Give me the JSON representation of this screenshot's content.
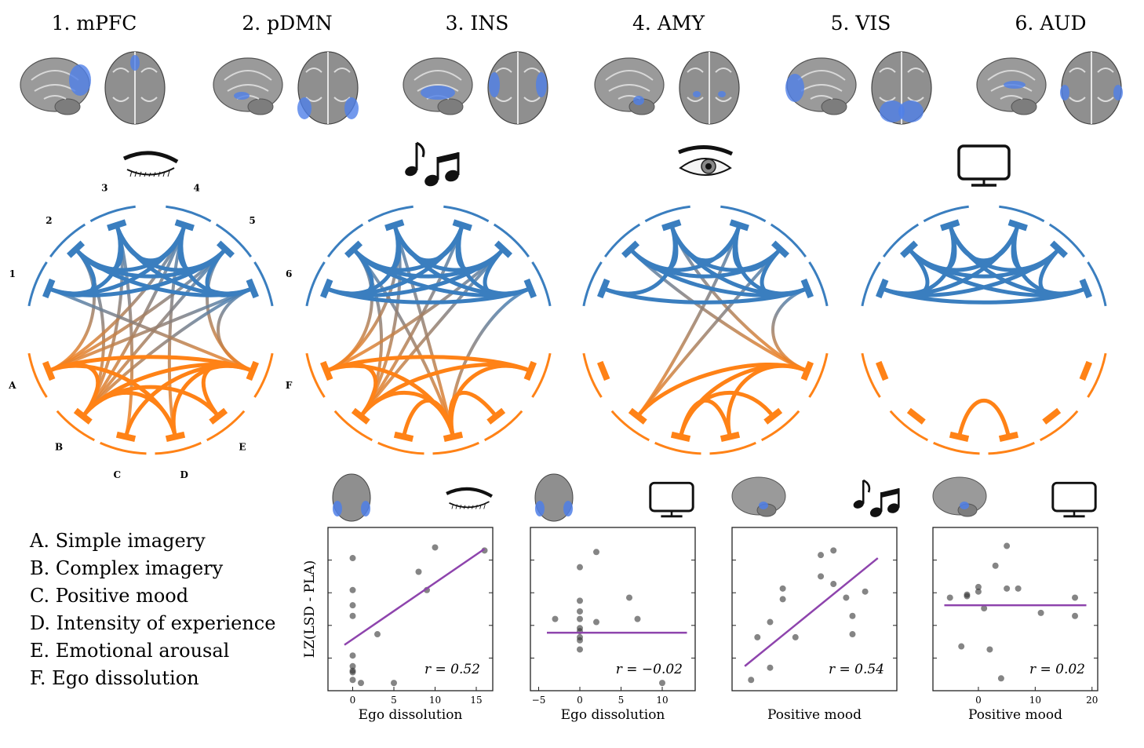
{
  "networks": [
    {
      "label": "1. mPFC"
    },
    {
      "label": "2. pDMN"
    },
    {
      "label": "3. INS"
    },
    {
      "label": "4. AMY"
    },
    {
      "label": "5. VIS"
    },
    {
      "label": "6. AUD"
    }
  ],
  "conditions": [
    "eyes-closed-icon",
    "music-icon",
    "eyes-open-icon",
    "monitor-icon"
  ],
  "network_nodes": [
    "1",
    "2",
    "3",
    "4",
    "5",
    "6"
  ],
  "experience_nodes": [
    "A",
    "B",
    "C",
    "D",
    "E",
    "F"
  ],
  "legend": [
    "A. Simple imagery",
    "B. Complex imagery",
    "C. Positive mood",
    "D. Intensity of experience",
    "E. Emotional arousal",
    "F. Ego dissolution"
  ],
  "colors": {
    "network": "#3a7ebf",
    "experience": "#ff8216",
    "fit_line": "#8e44ad",
    "brain_overlay": "#4f7fe8"
  },
  "circos": [
    {
      "condition": "eyes-closed-icon",
      "nn_edges": [
        [
          1,
          2
        ],
        [
          1,
          3
        ],
        [
          1,
          4
        ],
        [
          1,
          5
        ],
        [
          2,
          3
        ],
        [
          2,
          4
        ],
        [
          2,
          5
        ],
        [
          2,
          6
        ],
        [
          3,
          4
        ],
        [
          3,
          5
        ],
        [
          3,
          6
        ],
        [
          4,
          5
        ],
        [
          4,
          6
        ],
        [
          5,
          6
        ]
      ],
      "ee_edges": [
        [
          "A",
          "B"
        ],
        [
          "A",
          "F"
        ],
        [
          "A",
          "D"
        ],
        [
          "B",
          "F"
        ],
        [
          "B",
          "E"
        ],
        [
          "B",
          "D"
        ],
        [
          "C",
          "F"
        ],
        [
          "D",
          "F"
        ],
        [
          "E",
          "F"
        ]
      ],
      "ne_edges": [
        [
          2,
          "A"
        ],
        [
          2,
          "B"
        ],
        [
          3,
          "B"
        ],
        [
          3,
          "C"
        ],
        [
          4,
          "A"
        ],
        [
          4,
          "B"
        ],
        [
          4,
          "D"
        ],
        [
          5,
          "A"
        ],
        [
          5,
          "B"
        ],
        [
          5,
          "F"
        ],
        [
          6,
          "A"
        ],
        [
          6,
          "B"
        ],
        [
          6,
          "F"
        ],
        [
          1,
          "F"
        ]
      ]
    },
    {
      "condition": "music-icon",
      "nn_edges": [
        [
          1,
          2
        ],
        [
          1,
          3
        ],
        [
          1,
          4
        ],
        [
          1,
          5
        ],
        [
          1,
          6
        ],
        [
          2,
          3
        ],
        [
          2,
          4
        ],
        [
          2,
          5
        ],
        [
          2,
          6
        ],
        [
          3,
          4
        ],
        [
          3,
          5
        ],
        [
          3,
          6
        ],
        [
          4,
          5
        ],
        [
          4,
          6
        ],
        [
          5,
          6
        ]
      ],
      "ee_edges": [
        [
          "A",
          "B"
        ],
        [
          "A",
          "D"
        ],
        [
          "A",
          "F"
        ],
        [
          "B",
          "D"
        ],
        [
          "B",
          "F"
        ],
        [
          "C",
          "D"
        ],
        [
          "D",
          "E"
        ],
        [
          "D",
          "F"
        ]
      ],
      "ne_edges": [
        [
          2,
          "A"
        ],
        [
          2,
          "B"
        ],
        [
          2,
          "D"
        ],
        [
          3,
          "A"
        ],
        [
          3,
          "B"
        ],
        [
          3,
          "D"
        ],
        [
          4,
          "B"
        ],
        [
          5,
          "A"
        ],
        [
          5,
          "B"
        ],
        [
          6,
          "D"
        ]
      ]
    },
    {
      "condition": "eyes-open-icon",
      "nn_edges": [
        [
          1,
          3
        ],
        [
          1,
          6
        ],
        [
          2,
          3
        ],
        [
          2,
          4
        ],
        [
          2,
          5
        ],
        [
          2,
          6
        ],
        [
          3,
          4
        ],
        [
          3,
          5
        ],
        [
          3,
          6
        ],
        [
          4,
          5
        ],
        [
          4,
          6
        ],
        [
          5,
          6
        ]
      ],
      "ee_edges": [
        [
          "B",
          "F"
        ],
        [
          "C",
          "F"
        ],
        [
          "D",
          "F"
        ],
        [
          "C",
          "E"
        ],
        [
          "C",
          "D"
        ]
      ],
      "ne_edges": [
        [
          2,
          "F"
        ],
        [
          3,
          "F"
        ],
        [
          4,
          "B"
        ],
        [
          5,
          "B"
        ],
        [
          6,
          "F"
        ]
      ]
    },
    {
      "condition": "monitor-icon",
      "nn_edges": [
        [
          1,
          2
        ],
        [
          1,
          3
        ],
        [
          1,
          4
        ],
        [
          1,
          5
        ],
        [
          1,
          6
        ],
        [
          2,
          3
        ],
        [
          2,
          4
        ],
        [
          2,
          5
        ],
        [
          2,
          6
        ],
        [
          3,
          4
        ],
        [
          3,
          5
        ],
        [
          3,
          6
        ],
        [
          4,
          5
        ],
        [
          4,
          6
        ],
        [
          5,
          6
        ]
      ],
      "ee_edges": [
        [
          "C",
          "D"
        ]
      ],
      "ne_edges": []
    }
  ],
  "chart_data": [
    {
      "type": "scatter",
      "condition": "eyes-closed-icon",
      "xlabel": "Ego dissolution",
      "ylabel": "LZ(LSD - PLA)",
      "xticks": [
        0,
        5,
        10,
        15
      ],
      "xlim": [
        -3,
        17
      ],
      "ylim": [
        0,
        1
      ],
      "annotation": "r = 0.52",
      "x": [
        0,
        0,
        0,
        0,
        0,
        0,
        0,
        0,
        0,
        1,
        3,
        5,
        8,
        9,
        10,
        16
      ],
      "y": [
        0.84,
        0.63,
        0.53,
        0.46,
        0.2,
        0.13,
        0.1,
        0.09,
        0.04,
        0.02,
        0.34,
        0.02,
        0.75,
        0.63,
        0.91,
        0.89
      ],
      "fit": [
        [
          -1,
          0.27
        ],
        [
          16,
          0.9
        ]
      ]
    },
    {
      "type": "scatter",
      "condition": "monitor-icon",
      "xlabel": "Ego dissolution",
      "ylabel": "",
      "xticks": [
        -5,
        0,
        5,
        10
      ],
      "xlim": [
        -6,
        14
      ],
      "ylim": [
        0,
        1
      ],
      "annotation": "r = −0.02",
      "x": [
        -3,
        0,
        0,
        0,
        0,
        0,
        0,
        0,
        0,
        0,
        2,
        2,
        6,
        7,
        10
      ],
      "y": [
        0.44,
        0.78,
        0.56,
        0.49,
        0.44,
        0.38,
        0.36,
        0.32,
        0.3,
        0.24,
        0.88,
        0.42,
        0.58,
        0.44,
        0.02
      ],
      "fit": [
        [
          -4,
          0.35
        ],
        [
          13,
          0.35
        ]
      ]
    },
    {
      "type": "scatter",
      "condition": "music-icon",
      "xlabel": "Positive mood",
      "ylabel": "",
      "xticks": [],
      "xlim": [
        -6,
        20
      ],
      "ylim": [
        0,
        1
      ],
      "annotation": "r = 0.54",
      "x": [
        -3,
        -2,
        0,
        0,
        2,
        2,
        4,
        8,
        8,
        10,
        10,
        12,
        13,
        13,
        15
      ],
      "y": [
        0.04,
        0.32,
        0.42,
        0.12,
        0.57,
        0.64,
        0.32,
        0.86,
        0.72,
        0.89,
        0.67,
        0.58,
        0.46,
        0.34,
        0.62
      ],
      "fit": [
        [
          -4,
          0.13
        ],
        [
          17,
          0.84
        ]
      ]
    },
    {
      "type": "scatter",
      "condition": "monitor-icon",
      "xlabel": "Positive mood",
      "ylabel": "",
      "xticks": [
        0,
        10,
        20
      ],
      "xlim": [
        -8,
        21
      ],
      "ylim": [
        0,
        1
      ],
      "annotation": "r = 0.02",
      "x": [
        -5,
        -3,
        -2,
        -2,
        0,
        0,
        1,
        2,
        3,
        4,
        5,
        5,
        7,
        11,
        17,
        17
      ],
      "y": [
        0.58,
        0.26,
        0.59,
        0.6,
        0.65,
        0.62,
        0.51,
        0.24,
        0.79,
        0.05,
        0.92,
        0.64,
        0.64,
        0.48,
        0.58,
        0.46
      ],
      "fit": [
        [
          -6,
          0.53
        ],
        [
          19,
          0.53
        ]
      ]
    }
  ]
}
